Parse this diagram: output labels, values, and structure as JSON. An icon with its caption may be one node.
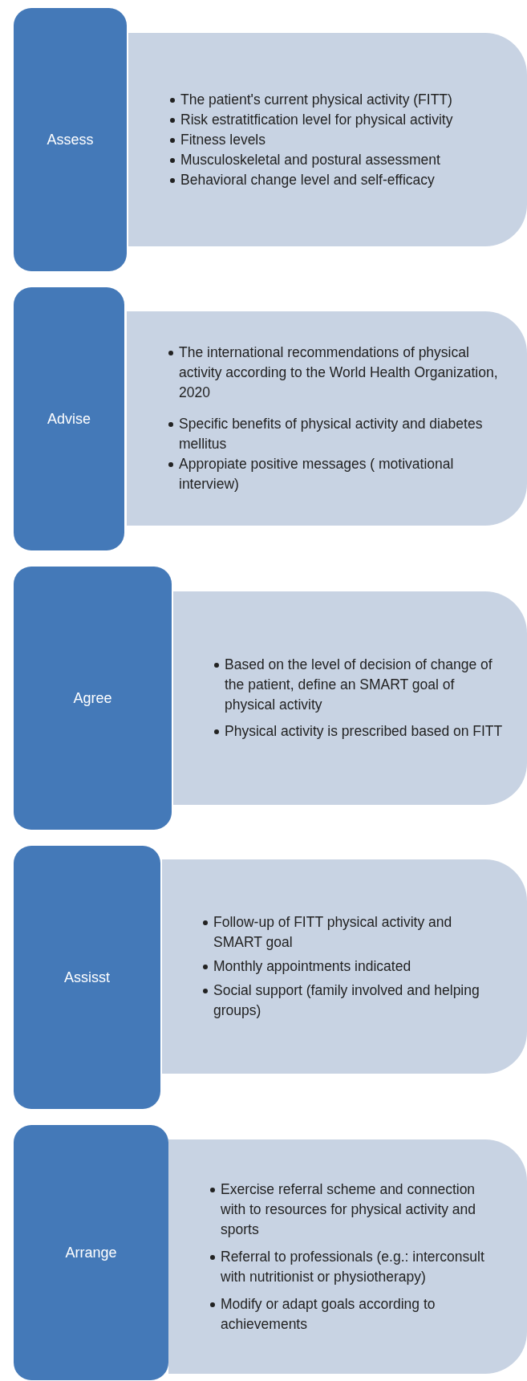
{
  "diagram": {
    "nodes": [
      {
        "text": [
          "Assess"
        ]
      },
      {
        "text": [
          "The patient's current physical activity (FITT)",
          "Risk estratitfication level for physical activity",
          "Fitness levels",
          "Musculoskeletal and postural assessment",
          "Behavioral change level and self-efficacy"
        ]
      },
      {
        "text": [
          "Advise"
        ]
      },
      {
        "text": [
          "The international recommendations of physical activity according to the World Health Organization, 2020",
          "Specific benefits of physical activity and diabetes mellitus",
          "Appropiate positive messages ( motivational interview)"
        ]
      },
      {
        "text": [
          "Agree"
        ]
      },
      {
        "text": [
          "Based on the level of decision of change of the patient, define an SMART goal of physical activity",
          "Physical activity is prescribed based on FITT"
        ]
      },
      {
        "text": [
          "Assisst"
        ]
      },
      {
        "text": [
          "Follow-up of FITT physical activity and SMART goal",
          "Monthly appointments indicated",
          "Social support (family involved and helping groups)"
        ]
      },
      {
        "text": [
          "Arrange"
        ]
      },
      {
        "text": [
          "Exercise referral scheme and connection with to resources for physical activity and sports",
          "Referral to professionals (e.g.: interconsult with nutritionist or physiotherapy)",
          "Modify or adapt goals according to achievements"
        ]
      }
    ]
  }
}
